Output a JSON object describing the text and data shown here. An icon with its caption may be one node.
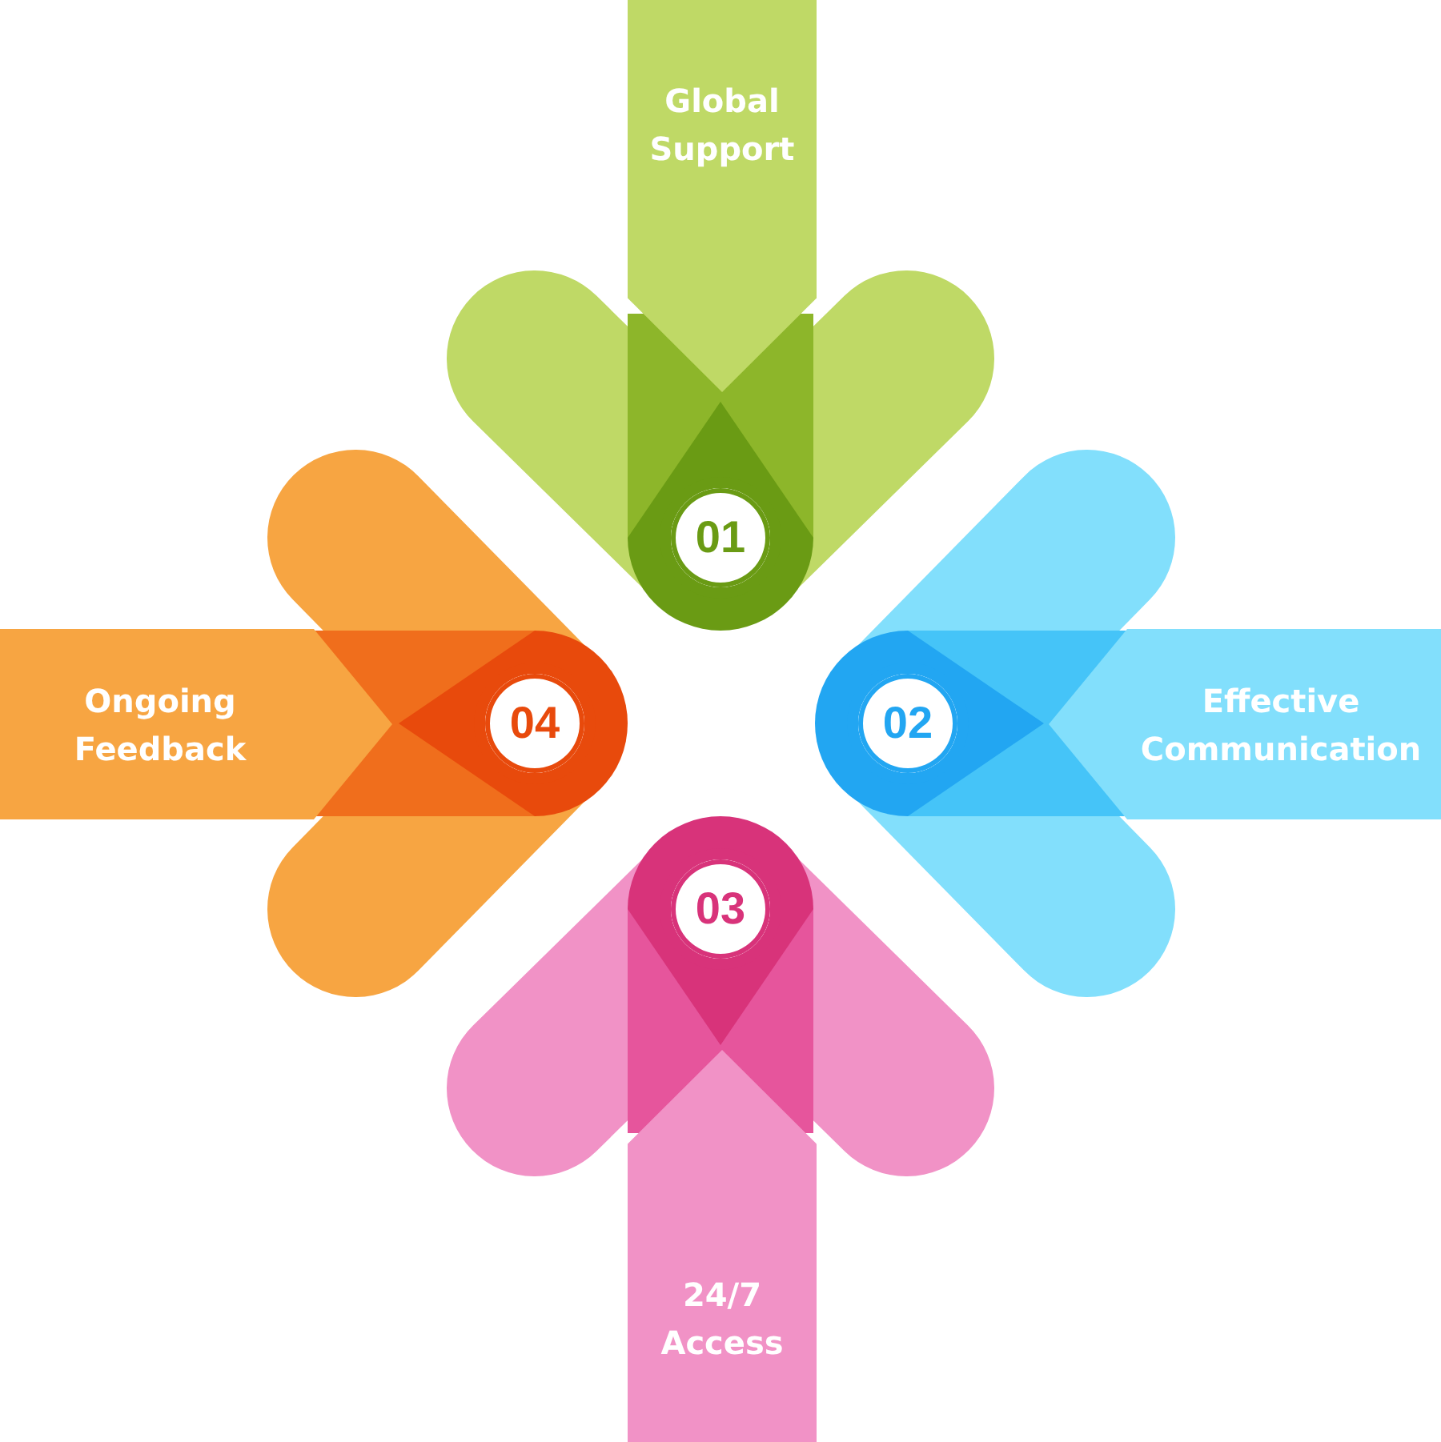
{
  "diagram": {
    "nodes": [
      {
        "text": [
          "Global Support"
        ]
      },
      {
        "text": [
          "01"
        ]
      },
      {
        "text": [
          "Ongoing Feedback"
        ]
      },
      {
        "text": [
          "04"
        ]
      },
      {
        "text": [
          "02"
        ]
      },
      {
        "text": [
          "Effective Communication"
        ]
      },
      {
        "text": [
          "03"
        ]
      },
      {
        "text": [
          "24/7 Access"
        ]
      }
    ],
    "edges": []
  }
}
